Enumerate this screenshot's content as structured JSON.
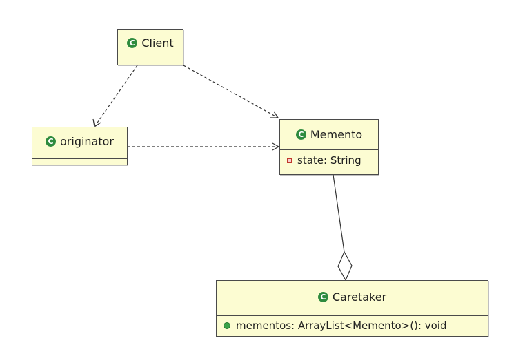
{
  "classes": {
    "client": {
      "name": "Client"
    },
    "originator": {
      "name": "originator"
    },
    "memento": {
      "name": "Memento",
      "attribute": "state: String"
    },
    "caretaker": {
      "name": "Caretaker",
      "operation": "mementos: ArrayList<Memento>(): void"
    }
  },
  "colors": {
    "class_fill": "#fcfcd2",
    "class_icon": "#2e8b3e",
    "public_marker": "#3aa24a",
    "private_marker": "#c0392b"
  },
  "relations": [
    {
      "from": "Client",
      "to": "originator",
      "type": "dependency"
    },
    {
      "from": "Client",
      "to": "Memento",
      "type": "dependency"
    },
    {
      "from": "originator",
      "to": "Memento",
      "type": "dependency"
    },
    {
      "from": "Caretaker",
      "to": "Memento",
      "type": "aggregation"
    }
  ]
}
